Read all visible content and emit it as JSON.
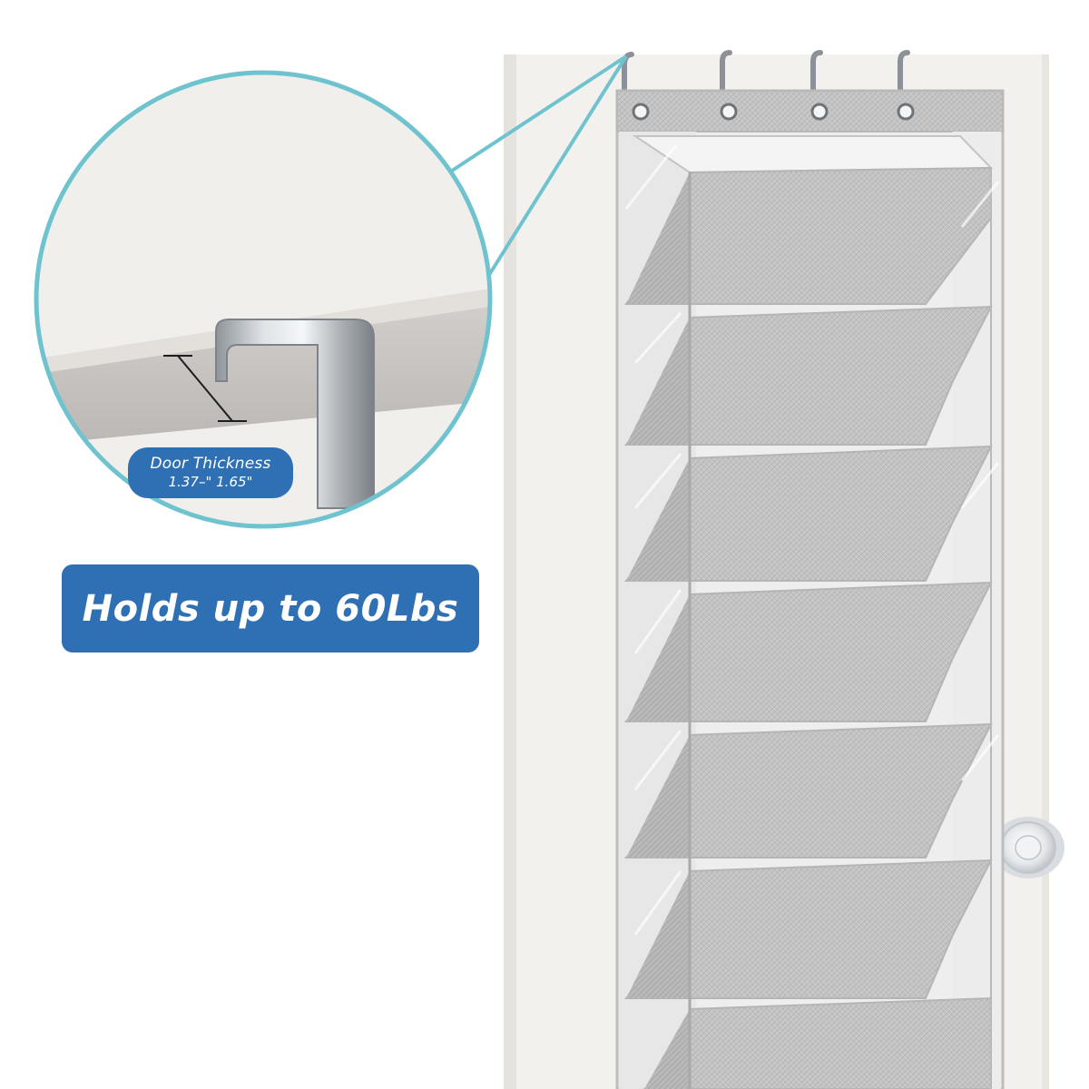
{
  "callout": {
    "dimension_label": "Door Thickness",
    "dimension_value": "1.37–\" 1.65\""
  },
  "banner": {
    "text": "Holds up to 60Lbs"
  },
  "colors": {
    "accent_blue": "#2f6fb3",
    "callout_ring": "#6fc3cf",
    "fabric_gray": "#c9c9c9",
    "door_white": "#f3f1ee"
  },
  "icons": {
    "hooks": "over-door-hook-icon",
    "knob": "door-knob-icon"
  },
  "organizer": {
    "pocket_count": 7,
    "hook_count": 4
  }
}
